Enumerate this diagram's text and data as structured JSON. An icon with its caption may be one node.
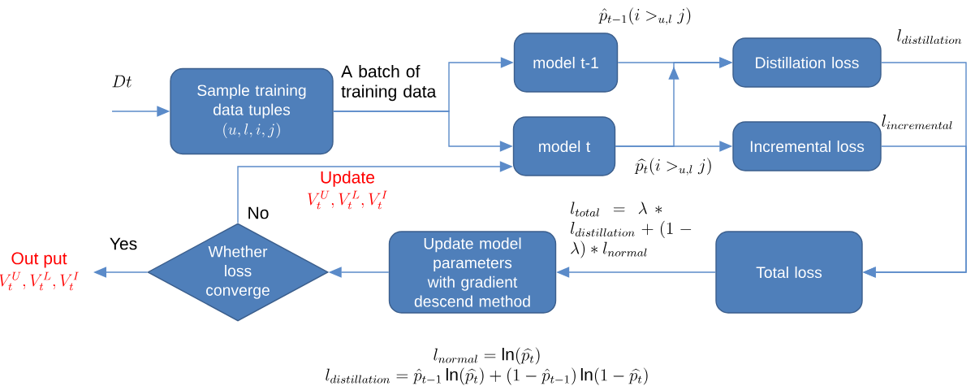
{
  "diagram": {
    "nodes": [
      {
        "text": [
          "Sample training data tuples",
          "(u,l,i,j)"
        ]
      },
      {
        "text": [
          "model t-1"
        ]
      },
      {
        "text": [
          "model t"
        ]
      },
      {
        "text": [
          "Distillation loss"
        ]
      },
      {
        "text": [
          "Incremental loss"
        ]
      },
      {
        "text": [
          "Total loss"
        ]
      },
      {
        "text": [
          "Update model parameters with gradient descend method"
        ]
      },
      {
        "text": [
          "Whether loss converge"
        ]
      }
    ],
    "edges": [
      {
        "from": null,
        "to": 0,
        "arrow": "to",
        "label": "Dt"
      },
      {
        "from": 0,
        "to": 1,
        "arrow": "to",
        "label": "A batch of training data"
      },
      {
        "from": 0,
        "to": 2,
        "arrow": "to"
      },
      {
        "from": 1,
        "to": 3,
        "arrow": "to",
        "label": "\\hat{p}_{t-1}(i >_{u,l} j)"
      },
      {
        "from": 2,
        "to": 3,
        "arrow": "to"
      },
      {
        "from": 2,
        "to": 4,
        "arrow": "to",
        "label": "\\widehat{p_t}(i >_{u,l} j)"
      },
      {
        "from": 3,
        "to": 5,
        "arrow": "to",
        "label": "l_{distillation}"
      },
      {
        "from": 4,
        "to": 5,
        "arrow": "to",
        "label": "l_{incremental}"
      },
      {
        "from": 5,
        "to": 6,
        "arrow": "to",
        "label": "l_{total} = \\lambda * l_{distillation} + (1-\\lambda) * l_{normal}"
      },
      {
        "from": 6,
        "to": 7,
        "arrow": "to"
      },
      {
        "from": 7,
        "to": 2,
        "arrow": "to",
        "label": "No"
      },
      {
        "from": 7,
        "to": null,
        "arrow": "to",
        "label": "Yes"
      }
    ],
    "labels": [
      "Update",
      "V_t^U, V_t^L, V_t^I",
      "Out put",
      "V_t^U, V_t^L, V_t^I",
      "l_{normal} = \\ln(\\widehat{p_t})",
      "l_{distillation} = \\hat{p}_{t-1}\\ln(\\widehat{p_t}) + (1-\\hat{p}_{t-1})\\ln(1-\\widehat{p_t})"
    ]
  }
}
